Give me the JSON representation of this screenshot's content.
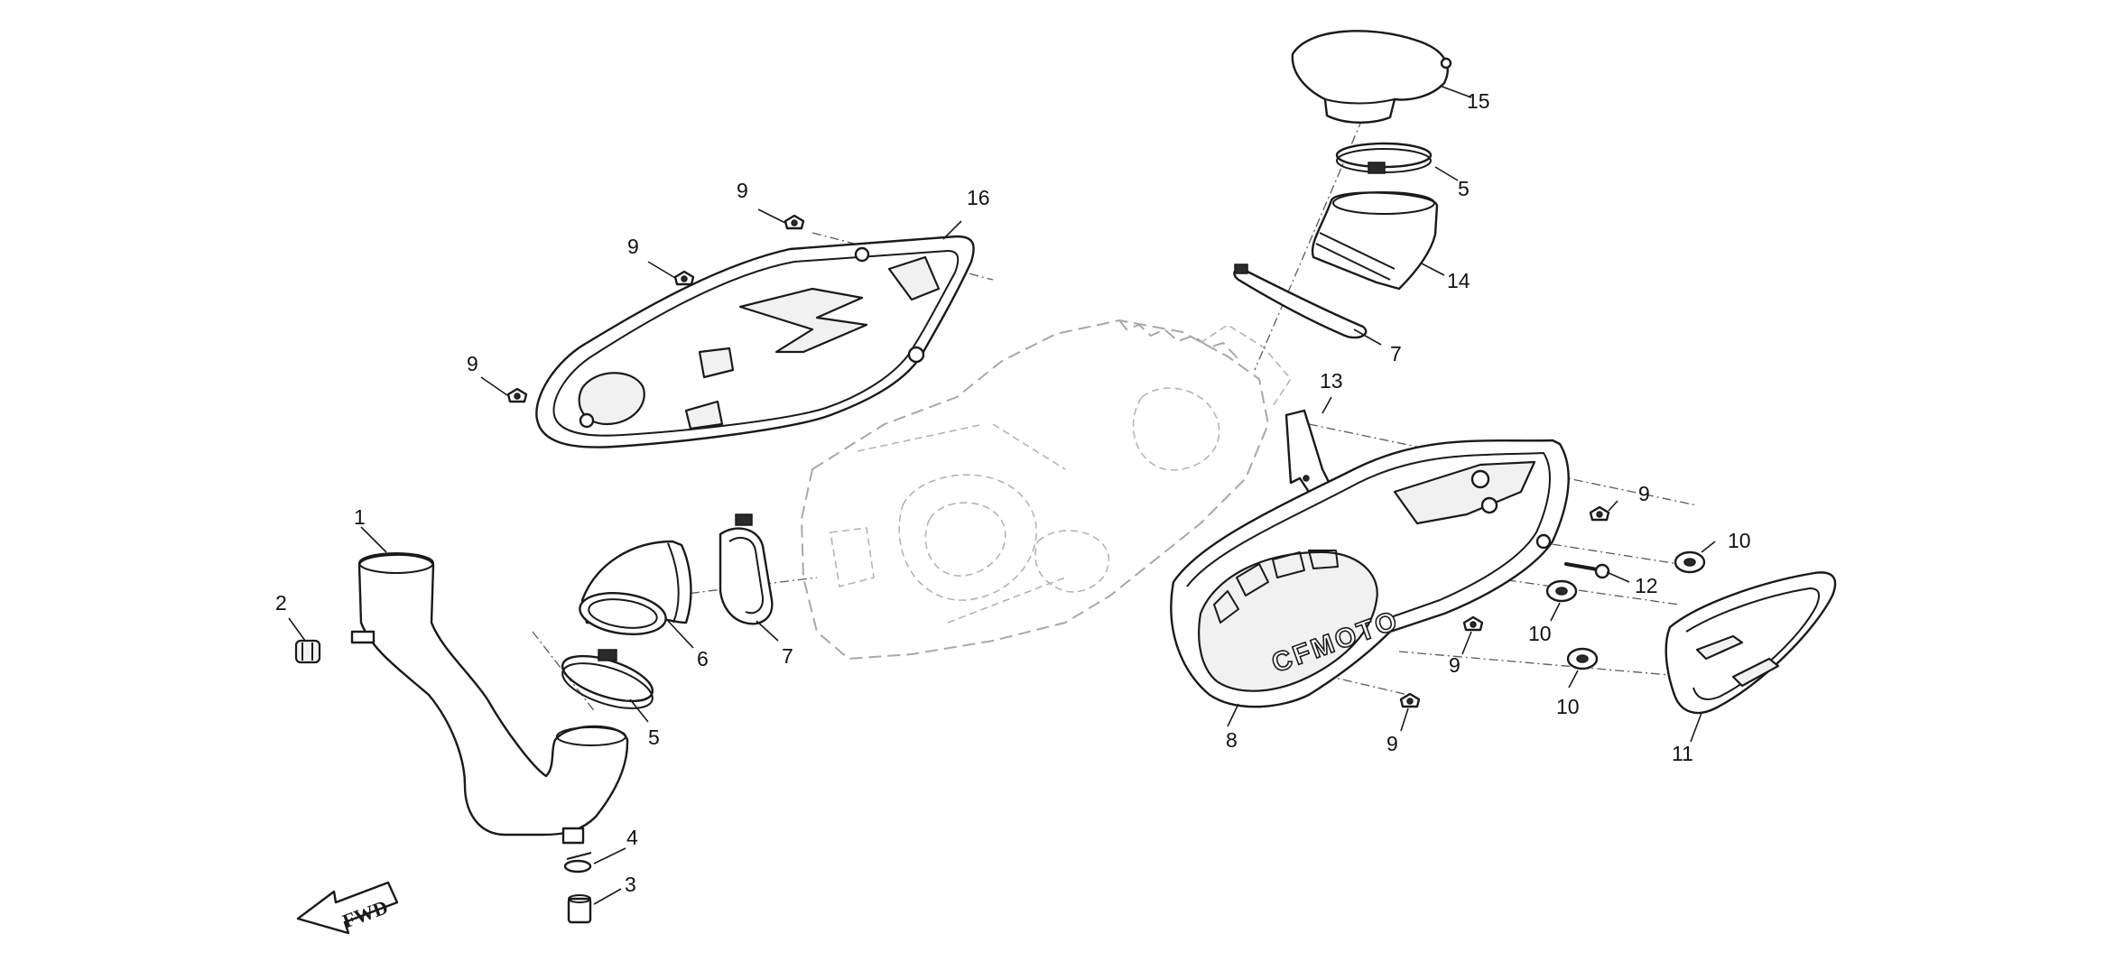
{
  "diagram": {
    "logo_text": "CFMOTO",
    "direction_arrow_label": "FWD",
    "callouts": [
      {
        "id": "c1",
        "label": "1"
      },
      {
        "id": "c2",
        "label": "2"
      },
      {
        "id": "c3",
        "label": "3"
      },
      {
        "id": "c4",
        "label": "4"
      },
      {
        "id": "c5a",
        "label": "5"
      },
      {
        "id": "c5b",
        "label": "5"
      },
      {
        "id": "c6",
        "label": "6"
      },
      {
        "id": "c7a",
        "label": "7"
      },
      {
        "id": "c7b",
        "label": "7"
      },
      {
        "id": "c8",
        "label": "8"
      },
      {
        "id": "c9a",
        "label": "9"
      },
      {
        "id": "c9b",
        "label": "9"
      },
      {
        "id": "c9c",
        "label": "9"
      },
      {
        "id": "c9d",
        "label": "9"
      },
      {
        "id": "c9e",
        "label": "9"
      },
      {
        "id": "c9f",
        "label": "9"
      },
      {
        "id": "c10a",
        "label": "10"
      },
      {
        "id": "c10b",
        "label": "10"
      },
      {
        "id": "c10c",
        "label": "10"
      },
      {
        "id": "c11",
        "label": "11"
      },
      {
        "id": "c12",
        "label": "12"
      },
      {
        "id": "c13",
        "label": "13"
      },
      {
        "id": "c14",
        "label": "14"
      },
      {
        "id": "c15",
        "label": "15"
      },
      {
        "id": "c16",
        "label": "16"
      }
    ]
  },
  "colors": {
    "line": "#1a1a1a",
    "ghost_line": "#a8a8a8",
    "background": "#ffffff"
  }
}
